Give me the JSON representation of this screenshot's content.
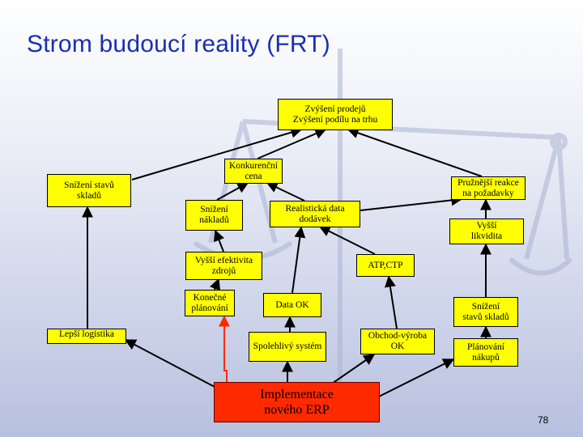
{
  "slide": {
    "title": "Strom budoucí reality (FRT)",
    "page_number": "78"
  },
  "colors": {
    "title": "#1a2fb0",
    "node_fill": "#ffff00",
    "root_fill": "#ff2a00",
    "arrow": "#000000",
    "root_arrow": "#ff2a00"
  },
  "nodes": {
    "zvyseni_prodeju": {
      "line1": "Zvýšení prodejů",
      "line2": "Zvýšení podílu na trhu"
    },
    "konkurencni_cena": {
      "line1": "Konkurenční",
      "line2": "cena"
    },
    "snizeni_stavu_skladu_top": {
      "line1": "Snížení stavů",
      "line2": "skladů"
    },
    "pruznejsi_reakce": {
      "line1": "Pružnější reakce",
      "line2": "na požadavky"
    },
    "snizeni_nakladu": {
      "line1": "Snížení",
      "line2": "nákladů"
    },
    "realisticka_data": {
      "line1": "Realistická data",
      "line2": "dodávek"
    },
    "vyssi_likvidita": {
      "line1": "Vyšší",
      "line2": "likvidita"
    },
    "vyssi_efektivita": {
      "line1": "Vyšší efektivita",
      "line2": "zdrojů"
    },
    "atp_ctp": {
      "line1": "ATP,CTP"
    },
    "konecne_planovani": {
      "line1": "Konečné",
      "line2": "plánování"
    },
    "data_ok": {
      "line1": "Data OK"
    },
    "snizeni_stavu_skladu_right": {
      "line1": "Snížení",
      "line2": "stavů skladů"
    },
    "lepsi_logistika": {
      "line1": "Lepší logistika"
    },
    "spolehlivy_system": {
      "line1": "Spolehlivý systém"
    },
    "obchod_vyroba": {
      "line1": "Obchod-výroba",
      "line2": "OK"
    },
    "planovani_nakupu": {
      "line1": "Plánování",
      "line2": "nákupů"
    },
    "implementace": {
      "line1": "Implementace",
      "line2": "nového ERP"
    }
  }
}
